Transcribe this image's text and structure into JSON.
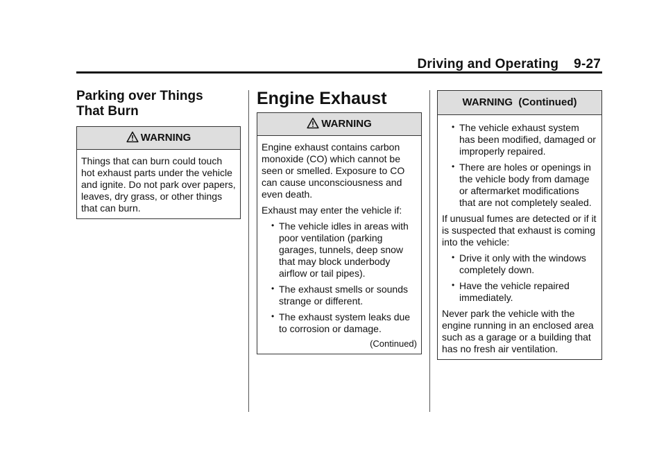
{
  "header": {
    "section_title": "Driving and Operating",
    "page_number": "9-27"
  },
  "col1": {
    "heading_line1": "Parking over Things",
    "heading_line2": "That Burn",
    "warning": {
      "title": "WARNING",
      "text": "Things that can burn could touch hot exhaust parts under the vehicle and ignite. Do not park over papers, leaves, dry grass, or other things that can burn."
    }
  },
  "col2": {
    "heading": "Engine Exhaust",
    "warning": {
      "title": "WARNING",
      "intro": "Engine exhaust contains carbon monoxide (CO) which cannot be seen or smelled. Exposure to CO can cause unconsciousness and even death.",
      "lead": "Exhaust may enter the vehicle if:",
      "bullets": [
        "The vehicle idles in areas with poor ventilation (parking garages, tunnels, deep snow that may block underbody airflow or tail pipes).",
        "The exhaust smells or sounds strange or different.",
        "The exhaust system leaks due to corrosion or damage."
      ],
      "continued": "(Continued)"
    }
  },
  "col3": {
    "warning": {
      "title": "WARNING  (Continued)",
      "bullets_a": [
        "The vehicle exhaust system has been modified, damaged or improperly repaired.",
        "There are holes or openings in the vehicle body from damage or aftermarket modifications that are not completely sealed."
      ],
      "mid": "If unusual fumes are detected or if it is suspected that exhaust is coming into the vehicle:",
      "bullets_b": [
        "Drive it only with the windows completely down.",
        "Have the vehicle repaired immediately."
      ],
      "closing": "Never park the vehicle with the engine running in an enclosed area such as a garage or a building that has no fresh air ventilation."
    }
  },
  "icons": {
    "warning": "warning-triangle-icon"
  }
}
